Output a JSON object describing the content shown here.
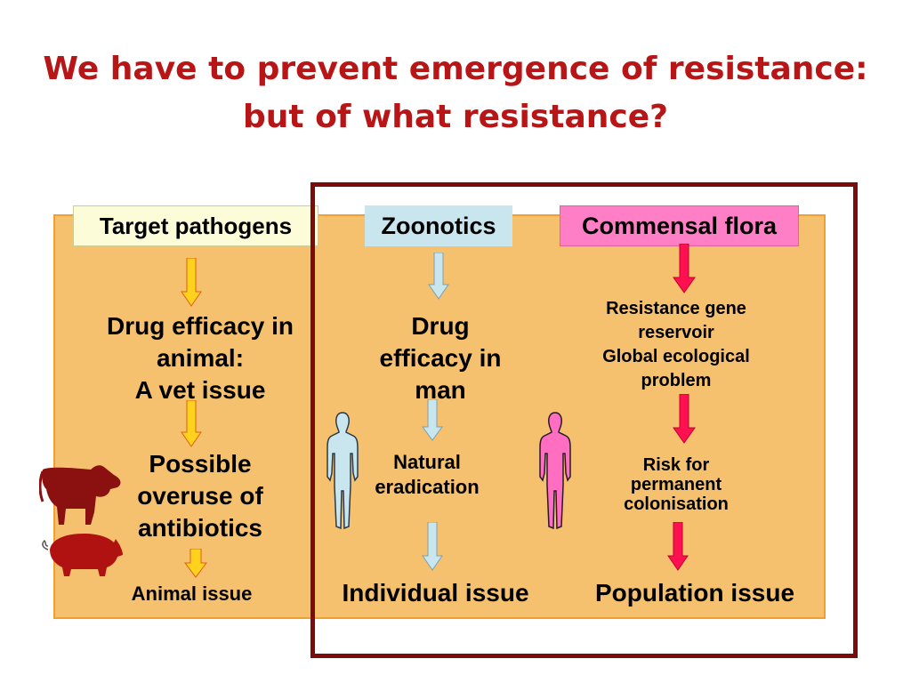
{
  "title": {
    "line1": "We have to prevent emergence of resistance:",
    "line2": "but of what resistance?"
  },
  "columns": {
    "target": {
      "header": "Target pathogens",
      "step1": [
        "Drug efficacy in",
        "animal:",
        "A vet issue"
      ],
      "step2": [
        "Possible",
        "overuse of",
        "antibiotics"
      ],
      "outcome": "Animal issue"
    },
    "zoonotics": {
      "header": "Zoonotics",
      "step1": [
        "Drug",
        "efficacy in",
        "man"
      ],
      "step2": [
        "Natural",
        "eradication"
      ],
      "outcome": "Individual issue"
    },
    "commensal": {
      "header": "Commensal flora",
      "step1": [
        "Resistance gene",
        "reservoir",
        "Global ecological",
        "problem"
      ],
      "step2": [
        "Risk for",
        "permanent",
        "colonisation"
      ],
      "outcome": "Population issue"
    }
  },
  "colors": {
    "title": "#b81517",
    "panel": "#f5c16e",
    "frame": "#7a0c0c",
    "arrow_yellow": "#ffd21e",
    "arrow_blue": "#c9e6ee",
    "arrow_red": "#ff1050",
    "animal": "#8b1010",
    "human_blue": "#c9e6ee",
    "human_pink": "#ff6ec0"
  }
}
